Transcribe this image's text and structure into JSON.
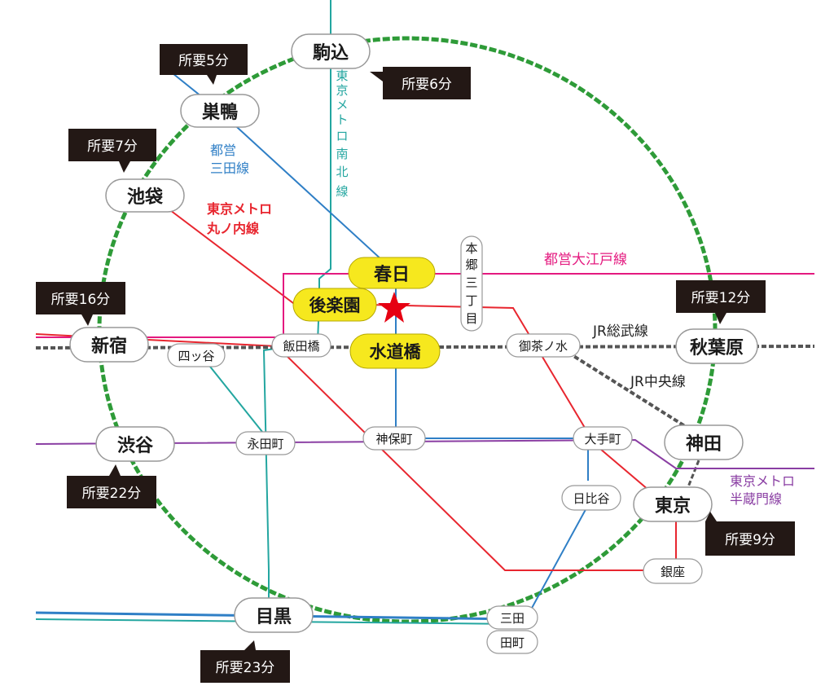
{
  "stations": {
    "komagome": "駒込",
    "sugamo": "巣鴨",
    "ikebukuro": "池袋",
    "shinjuku": "新宿",
    "shibuya": "渋谷",
    "meguro": "目黒",
    "akihabara": "秋葉原",
    "kanda": "神田",
    "tokyo": "東京",
    "kasuga": "春日",
    "korakuen": "後楽園",
    "suidobashi": "水道橋",
    "iidabashi": "飯田橋",
    "yotsuya": "四ッ谷",
    "ochanomizu": "御茶ノ水",
    "jimbocho": "神保町",
    "otemachi": "大手町",
    "nagatacho": "永田町",
    "hibiya": "日比谷",
    "ginza": "銀座",
    "mita": "三田",
    "tamachi": "田町",
    "hongo": [
      "本",
      "郷",
      "三",
      "丁",
      "目"
    ]
  },
  "lines": {
    "namboku": [
      "東",
      "京",
      "メ",
      "ト",
      "ロ",
      "南",
      "北",
      "線"
    ],
    "mita": [
      "都営",
      "三田線"
    ],
    "marunouchi": [
      "東京メトロ",
      "丸ノ内線"
    ],
    "oedo": "都営大江戸線",
    "sobu": "JR総武線",
    "chuo": "JR中央線",
    "hanzomon": [
      "東京メトロ",
      "半蔵門線"
    ]
  },
  "times": {
    "sugamo": "所要5分",
    "komagome": "所要6分",
    "ikebukuro": "所要7分",
    "shinjuku": "所要16分",
    "akihabara": "所要12分",
    "shibuya": "所要22分",
    "tokyo": "所要9分",
    "meguro": "所要23分"
  },
  "colors": {
    "yamanote": "#2e9b38",
    "namboku": "#23a6a0",
    "mita": "#2f7fc6",
    "marunouchi": "#e8262f",
    "oedo": "#e4197f",
    "hanzomon": "#8a3ea3",
    "jr": "#555555",
    "highlight": "#f6e81e",
    "current": "#e60012"
  },
  "current_icon": "star-icon"
}
